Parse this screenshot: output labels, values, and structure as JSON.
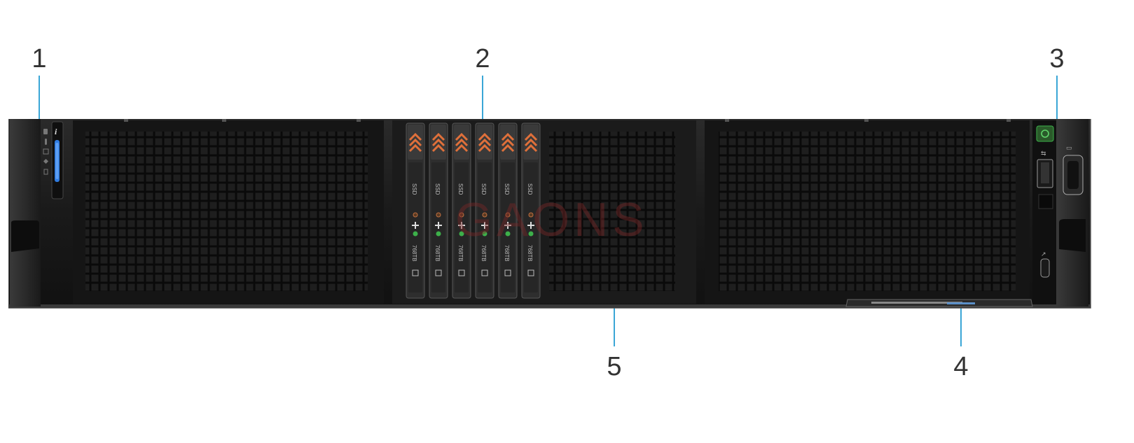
{
  "callouts": [
    {
      "number": "1"
    },
    {
      "number": "2"
    },
    {
      "number": "3"
    },
    {
      "number": "4"
    },
    {
      "number": "5"
    }
  ],
  "drives": [
    {
      "type": "SSD",
      "capacity": "768TB"
    },
    {
      "type": "SSD",
      "capacity": "768TB"
    },
    {
      "type": "SSD",
      "capacity": "768TB"
    },
    {
      "type": "SSD",
      "capacity": "768TB"
    },
    {
      "type": "SSD",
      "capacity": "768TB"
    },
    {
      "type": "SSD",
      "capacity": "768TB"
    }
  ],
  "watermark": "GAONS",
  "colors": {
    "chassis": "#1c1c1c",
    "grille": "#0d0d0d",
    "accent_orange": "#e0703a",
    "callout_line": "#3aa6d6",
    "status_blue": "#2f7be0",
    "power_green": "#3db04a"
  },
  "icons": [
    "info-icon",
    "drive-status-icon",
    "temperature-icon",
    "power-supply-icon",
    "memory-icon",
    "usb-icon",
    "vga-icon",
    "power-button-icon",
    "usb-c-icon"
  ]
}
